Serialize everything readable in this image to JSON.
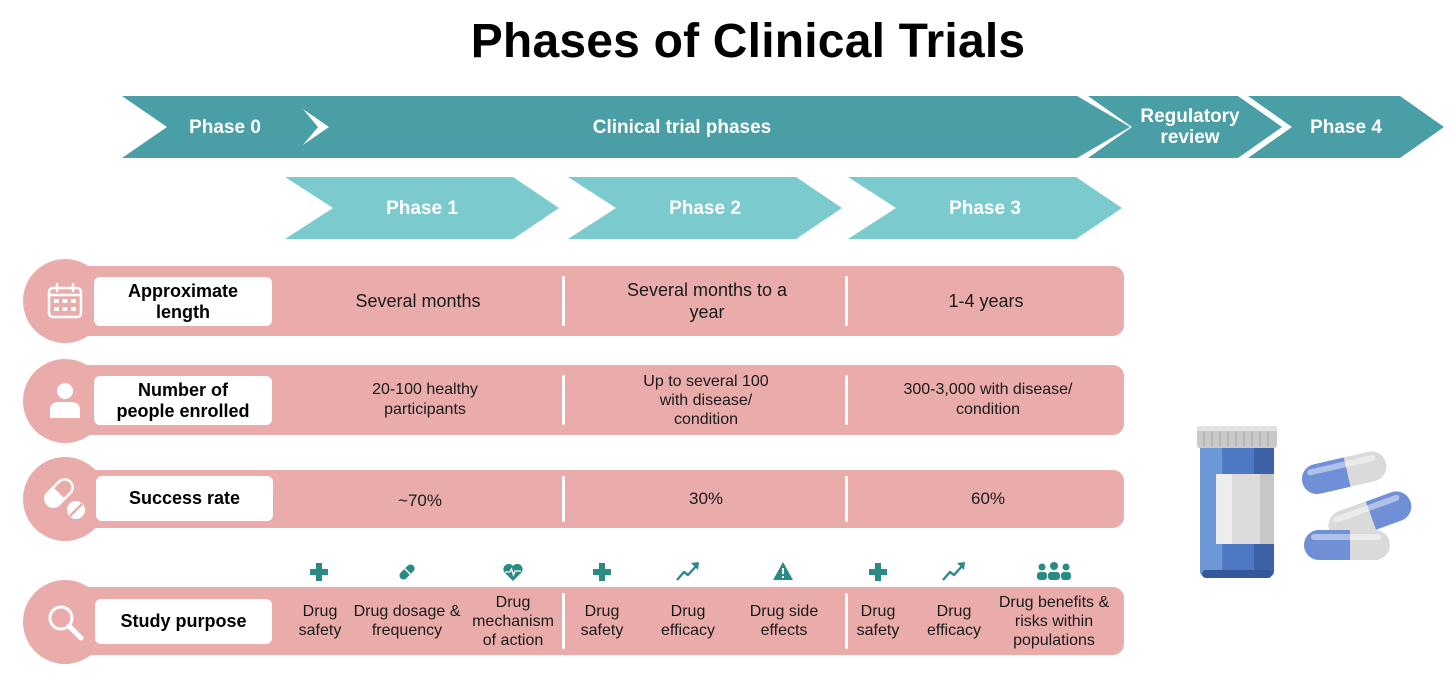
{
  "title": "Phases of Clinical Trials",
  "colors": {
    "dark_teal": "#4a9fa6",
    "light_teal": "#7bcbce",
    "row_pink": "#eaacab",
    "icon_teal": "#2a8a84"
  },
  "top_chevrons": {
    "phase0": "Phase 0",
    "clinical": "Clinical trial phases",
    "regulatory": "Regulatory review",
    "phase4": "Phase 4"
  },
  "sub_chevrons": {
    "phase1": "Phase 1",
    "phase2": "Phase 2",
    "phase3": "Phase 3"
  },
  "rows": {
    "length": {
      "label": "Approximate length",
      "icon": "calendar-icon",
      "phase1": "Several months",
      "phase2": "Several months to a year",
      "phase3": "1-4 years"
    },
    "enrolled": {
      "label": "Number of people enrolled",
      "icon": "person-icon",
      "phase1": "20-100 healthy participants",
      "phase2": "Up to several 100 with disease/ condition",
      "phase3": "300-3,000 with disease/ condition"
    },
    "success": {
      "label": "Success rate",
      "icon": "pill-icon",
      "phase1": "~70%",
      "phase2": "30%",
      "phase3": "60%"
    },
    "purpose": {
      "label": "Study purpose",
      "icon": "magnifier-icon",
      "items": [
        {
          "text": "Drug safety",
          "icon": "plus-icon"
        },
        {
          "text": "Drug dosage & frequency",
          "icon": "capsule-icon"
        },
        {
          "text": "Drug mechanism of action",
          "icon": "heart-pulse-icon"
        },
        {
          "text": "Drug safety",
          "icon": "plus-icon"
        },
        {
          "text": "Drug efficacy",
          "icon": "trend-up-icon"
        },
        {
          "text": "Drug side effects",
          "icon": "warning-icon"
        },
        {
          "text": "Drug safety",
          "icon": "plus-icon"
        },
        {
          "text": "Drug efficacy",
          "icon": "trend-up-icon"
        },
        {
          "text": "Drug benefits & risks within populations",
          "icon": "people-icon"
        }
      ]
    }
  }
}
